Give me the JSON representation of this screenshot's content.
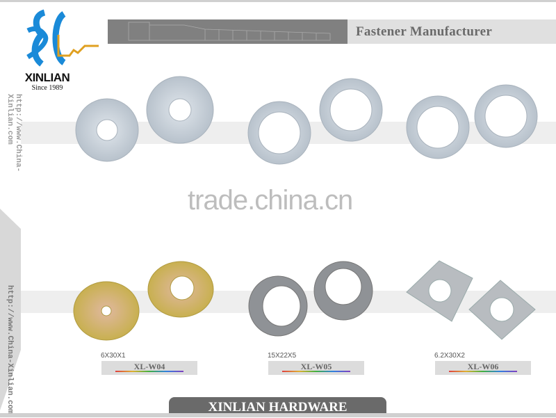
{
  "header": {
    "tagline": "Fastener Manufacturer"
  },
  "logo": {
    "brand": "XINLIAN",
    "since": "Since 1989"
  },
  "side_url": "http://www.China-Xinlian.com",
  "watermark": "trade.china.cn",
  "products": [
    {
      "spec": "6X30X1",
      "code": "XL-W04",
      "color": "#c8b060"
    },
    {
      "spec": "15X22X5",
      "code": "XL-W05",
      "color": "#909498"
    },
    {
      "spec": "6.2X30X2",
      "code": "XL-W06",
      "color": "#b8bcc0"
    }
  ],
  "footer": {
    "title": "XINLIAN HARDWARE"
  },
  "colors": {
    "header_dark": "#808080",
    "header_light": "#e0e0e0",
    "footer": "#6a6a6a",
    "washer_zinc": "#c7d0d8"
  }
}
